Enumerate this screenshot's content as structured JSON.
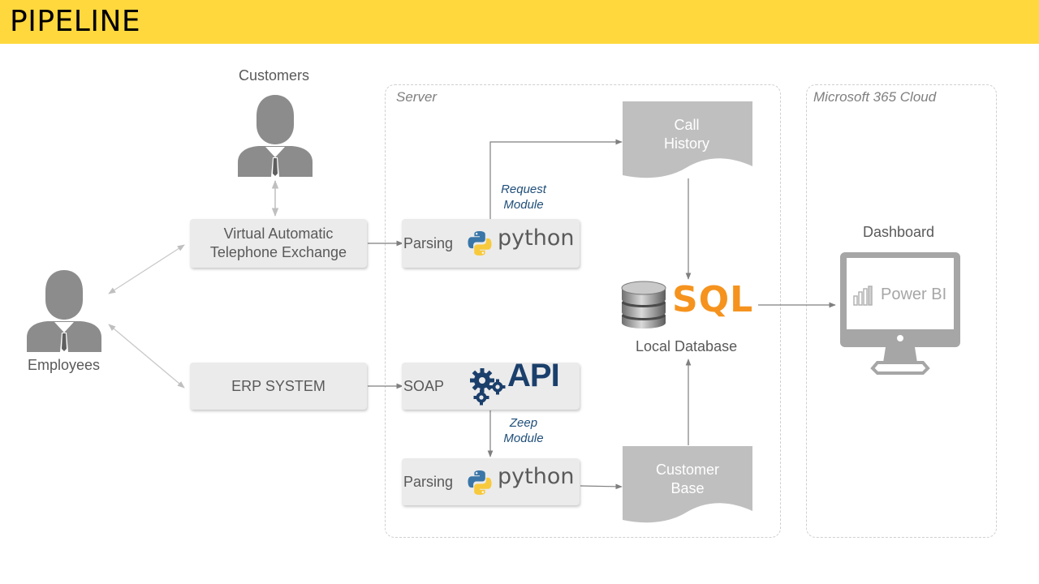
{
  "header": {
    "title": "PIPELINE"
  },
  "regions": {
    "server": "Server",
    "cloud": "Microsoft 365 Cloud"
  },
  "actors": {
    "customers": "Customers",
    "employees": "Employees"
  },
  "systems": {
    "vate_line1": "Virtual Automatic",
    "vate_line2": "Telephone Exchange",
    "erp": "ERP SYSTEM"
  },
  "processors": {
    "parsing_top": "Parsing",
    "soap": "SOAP",
    "parsing_bottom": "Parsing",
    "python_logo": "python",
    "api_logo": "API"
  },
  "modules": {
    "request_line1": "Request",
    "request_line2": "Module",
    "zeep_line1": "Zeep",
    "zeep_line2": "Module"
  },
  "documents": {
    "call_history_line1": "Call",
    "call_history_line2": "History",
    "customer_base_line1": "Customer",
    "customer_base_line2": "Base"
  },
  "database": {
    "logo_text": "SQL",
    "label": "Local Database"
  },
  "dashboard": {
    "label": "Dashboard",
    "app": "Power BI"
  },
  "colors": {
    "header": "#ffd83d",
    "node_fill": "#ebebeb",
    "document_fill": "#bfbfbf",
    "sql_orange": "#f5931e",
    "api_navy": "#1b3f6b",
    "python_blue": "#3a76a8",
    "python_yellow": "#f7c93d",
    "person_gray": "#8c8c8c"
  }
}
